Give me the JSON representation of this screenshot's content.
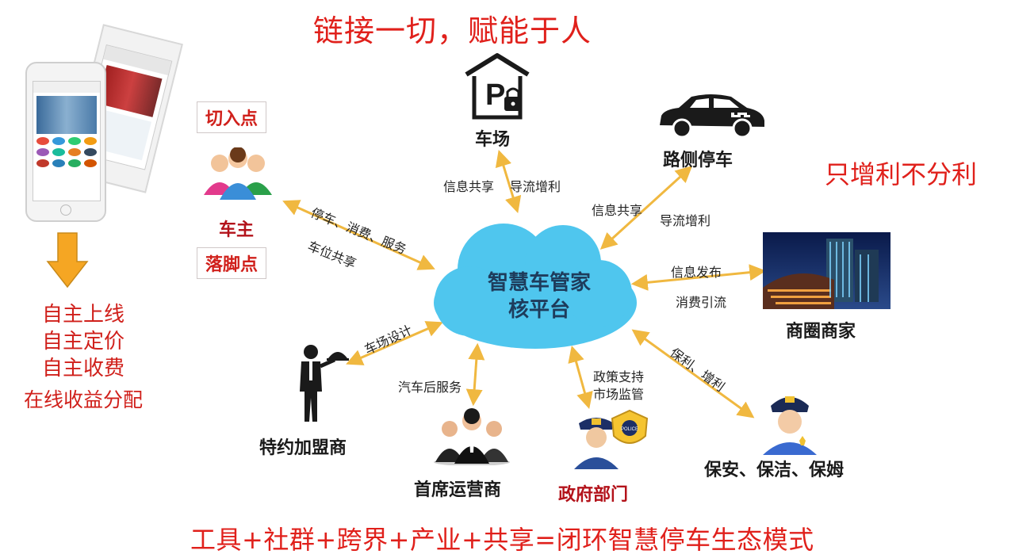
{
  "title": "链接一切，赋能于人",
  "right_title": "只增利不分利",
  "bottom_title": "工具+社群+跨界+产业+共享=闭环智慧停车生态模式",
  "entry_point": "切入点",
  "landing_point": "落脚点",
  "center": {
    "line1": "智慧车管家",
    "line2": "核平台"
  },
  "left_list": [
    "自主上线",
    "自主定价",
    "自主收费",
    "在线收益分配"
  ],
  "nodes": {
    "car_owner": "车主",
    "parking_lot": "车场",
    "roadside": "路侧停车",
    "business": "商圈商家",
    "franchise": "特约加盟商",
    "operator": "首席运营商",
    "government": "政府部门",
    "security": "保安、保洁、保姆"
  },
  "edges": {
    "owner_1": "停车、消费、服务",
    "owner_2": "车位共享",
    "lot_1": "信息共享",
    "lot_2": "导流增利",
    "road_1": "信息共享",
    "road_2": "导流增利",
    "biz_1": "信息发布",
    "biz_2": "消费引流",
    "franchise_1": "车场设计",
    "operator_1": "汽车后服务",
    "gov_1": "政策支持",
    "gov_2": "市场监管",
    "security_1": "保利、增利"
  },
  "police_badge_text": "POLICE",
  "colors": {
    "title_red": "#e0201b",
    "cloud_blue": "#4fc6ee",
    "arrow_gold": "#f0b840",
    "label_dark_red": "#b3121a"
  }
}
